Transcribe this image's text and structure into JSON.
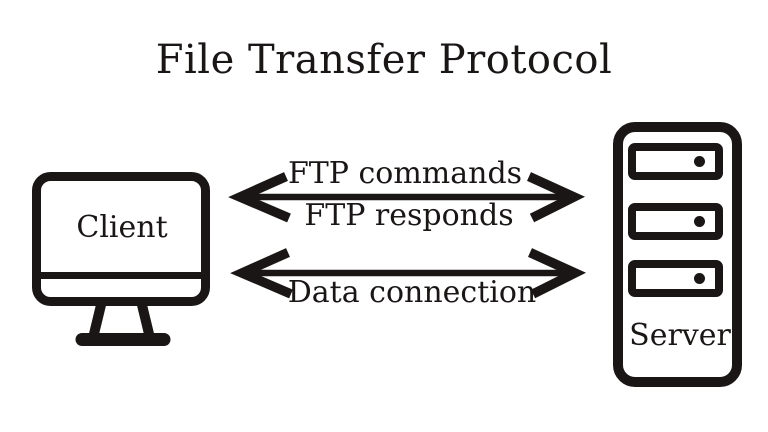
{
  "title": "File Transfer Protocol",
  "nodes": {
    "client": {
      "label": "Client",
      "icon": "monitor-icon"
    },
    "server": {
      "label": "Server",
      "icon": "server-rack-icon"
    }
  },
  "connections": {
    "command_channel": {
      "type": "double-headed-arrow",
      "top_label": "FTP commands",
      "bottom_label": "FTP responds"
    },
    "data_channel": {
      "type": "double-headed-arrow",
      "label": "Data connection"
    }
  },
  "colors": {
    "ink": "#1a1616",
    "background": "#ffffff"
  }
}
